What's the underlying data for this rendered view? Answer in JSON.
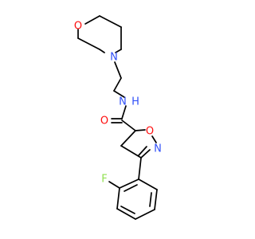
{
  "molecule": {
    "atoms": {
      "morpholine_o": {
        "symbol": "O",
        "color": "#ff0d0d"
      },
      "morpholine_n": {
        "symbol": "N",
        "color": "#3050f8"
      },
      "amide_nh": {
        "symbol": "H",
        "prefix": "N",
        "color": "#3050f8"
      },
      "carbonyl_o": {
        "symbol": "O",
        "color": "#ff0d0d"
      },
      "ring_o": {
        "symbol": "O",
        "color": "#ff0d0d"
      },
      "ring_n": {
        "symbol": "N",
        "color": "#3050f8"
      },
      "fluorine": {
        "symbol": "F",
        "color": "#90e050"
      }
    },
    "bond_color": "#000000"
  }
}
